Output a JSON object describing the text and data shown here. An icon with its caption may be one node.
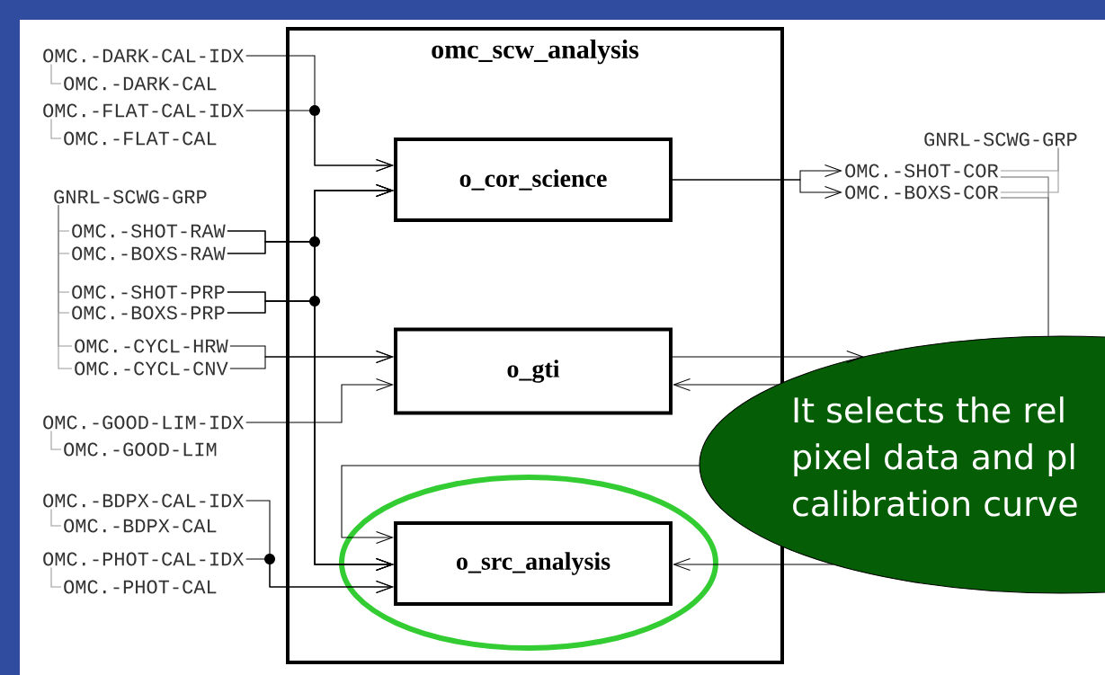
{
  "diagram": {
    "nodes": [
      {
        "text": [
          "omc_scw_analysis"
        ]
      },
      {
        "text": [
          "o_cor_science"
        ],
        "in": 0
      },
      {
        "text": [
          "o_gti"
        ],
        "in": 0
      },
      {
        "text": [
          "o_src_analysis"
        ],
        "in": 0
      },
      {
        "text": [
          "OMC.-DARK-CAL-IDX"
        ]
      },
      {
        "text": [
          "OMC.-DARK-CAL"
        ]
      },
      {
        "text": [
          "OMC.-FLAT-CAL-IDX"
        ]
      },
      {
        "text": [
          "OMC.-FLAT-CAL"
        ]
      },
      {
        "text": [
          "GNRL-SCWG-GRP"
        ]
      },
      {
        "text": [
          "OMC.-SHOT-RAW"
        ]
      },
      {
        "text": [
          "OMC.-BOXS-RAW"
        ]
      },
      {
        "text": [
          "OMC.-SHOT-PRP"
        ]
      },
      {
        "text": [
          "OMC.-BOXS-PRP"
        ]
      },
      {
        "text": [
          "OMC.-CYCL-HRW"
        ]
      },
      {
        "text": [
          "OMC.-CYCL-CNV"
        ]
      },
      {
        "text": [
          "OMC.-GOOD-LIM-IDX"
        ]
      },
      {
        "text": [
          "OMC.-GOOD-LIM"
        ]
      },
      {
        "text": [
          "OMC.-BDPX-CAL-IDX"
        ]
      },
      {
        "text": [
          "OMC.-BDPX-CAL"
        ]
      },
      {
        "text": [
          "OMC.-PHOT-CAL-IDX"
        ]
      },
      {
        "text": [
          "OMC.-PHOT-CAL"
        ]
      },
      {
        "text": [
          "GNRL-SCWG-GRP"
        ]
      },
      {
        "text": [
          "OMC.-SHOT-COR"
        ]
      },
      {
        "text": [
          "OMC.-BOXS-COR"
        ]
      },
      {
        "text": [
          "It selects the rel pixel data and pl calibration curve"
        ]
      }
    ],
    "edges": [
      {
        "from": 4,
        "to": 1,
        "arrow": "to"
      },
      {
        "from": 6,
        "to": 1,
        "arrow": "to"
      },
      {
        "from": 9,
        "to": 1,
        "arrow": "to"
      },
      {
        "from": 10,
        "to": 1,
        "arrow": "to"
      },
      {
        "from": 11,
        "to": 1,
        "arrow": "to"
      },
      {
        "from": 12,
        "to": 1,
        "arrow": "to"
      },
      {
        "from": 9,
        "to": 3,
        "arrow": "to"
      },
      {
        "from": 10,
        "to": 3,
        "arrow": "to"
      },
      {
        "from": 11,
        "to": 3,
        "arrow": "to"
      },
      {
        "from": 12,
        "to": 3,
        "arrow": "to"
      },
      {
        "from": 13,
        "to": 2,
        "arrow": "to"
      },
      {
        "from": 14,
        "to": 2,
        "arrow": "to"
      },
      {
        "from": 15,
        "to": 2,
        "arrow": "to"
      },
      {
        "from": 17,
        "to": 3,
        "arrow": "to"
      },
      {
        "from": 19,
        "to": 3,
        "arrow": "to"
      },
      {
        "from": 24,
        "to": 3,
        "arrow": "to"
      },
      {
        "from": 1,
        "to": 22,
        "arrow": "to"
      },
      {
        "from": 1,
        "to": 23,
        "arrow": "to"
      },
      {
        "from": 2,
        "to": 24,
        "arrow": "to"
      },
      {
        "from": 24,
        "to": 2,
        "arrow": "to"
      },
      {
        "from": 24,
        "to": 3,
        "arrow": "to"
      },
      {
        "from": 22,
        "to": 24,
        "arrow": "none",
        "color": "#666666"
      },
      {
        "from": 23,
        "to": 24,
        "arrow": "none",
        "color": "#666666"
      },
      {
        "from": 4,
        "to": 5,
        "arrow": "none",
        "color": "#999999"
      },
      {
        "from": 6,
        "to": 7,
        "arrow": "none",
        "color": "#999999"
      },
      {
        "from": 8,
        "to": 9,
        "arrow": "none",
        "color": "#999999"
      },
      {
        "from": 8,
        "to": 10,
        "arrow": "none",
        "color": "#999999"
      },
      {
        "from": 8,
        "to": 11,
        "arrow": "none",
        "color": "#999999"
      },
      {
        "from": 8,
        "to": 12,
        "arrow": "none",
        "color": "#999999"
      },
      {
        "from": 8,
        "to": 13,
        "arrow": "none",
        "color": "#999999"
      },
      {
        "from": 8,
        "to": 14,
        "arrow": "none",
        "color": "#999999"
      },
      {
        "from": 15,
        "to": 16,
        "arrow": "none",
        "color": "#999999"
      },
      {
        "from": 17,
        "to": 18,
        "arrow": "none",
        "color": "#999999"
      },
      {
        "from": 19,
        "to": 20,
        "arrow": "none",
        "color": "#999999"
      },
      {
        "from": 21,
        "to": 22,
        "arrow": "none",
        "color": "#999999"
      },
      {
        "from": 21,
        "to": 23,
        "arrow": "none",
        "color": "#999999"
      }
    ]
  }
}
